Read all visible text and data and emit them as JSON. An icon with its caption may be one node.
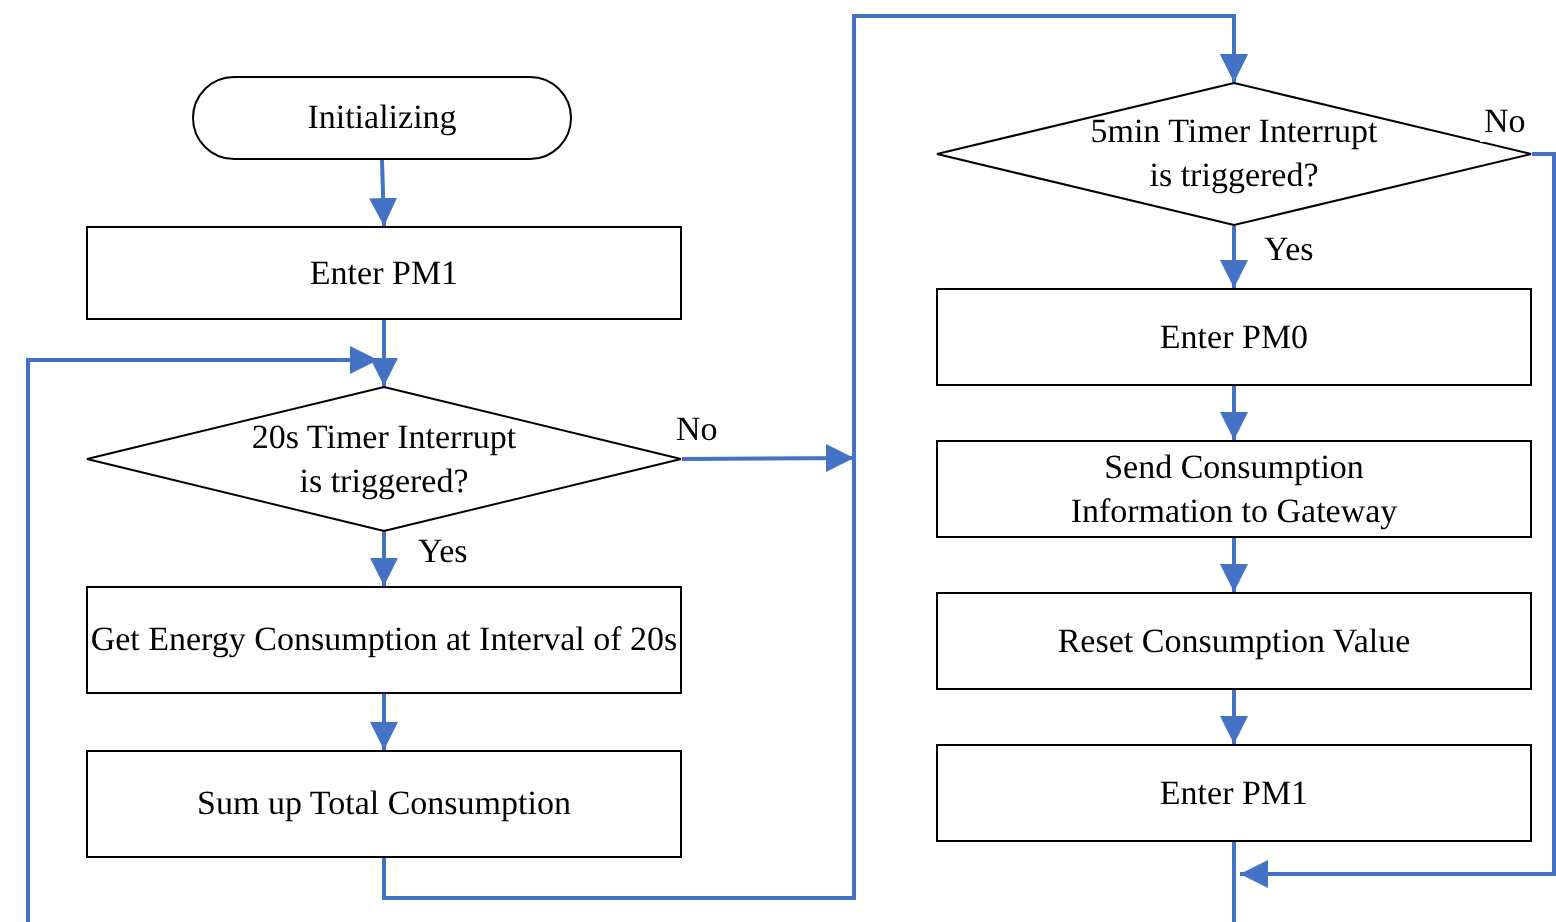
{
  "diagram": {
    "nodes": [
      {
        "text": [
          "Initializing"
        ]
      },
      {
        "text": [
          "Enter PM1"
        ]
      },
      {
        "text": [
          "20s Timer Interrupt is triggered?"
        ]
      },
      {
        "text": [
          "Get Energy Consumption at Interval of 20s"
        ]
      },
      {
        "text": [
          "Sum up Total Consumption"
        ]
      },
      {
        "text": [
          "5min Timer Interrupt is triggered?"
        ]
      },
      {
        "text": [
          "Enter PM0"
        ]
      },
      {
        "text": [
          "Send Consumption Information to Gateway"
        ]
      },
      {
        "text": [
          "Reset Consumption Value"
        ]
      },
      {
        "text": [
          "Enter PM1"
        ]
      }
    ],
    "edges": [
      {
        "from": 0,
        "to": 1,
        "arrow": "to"
      },
      {
        "from": 1,
        "to": 2,
        "arrow": "to"
      },
      {
        "from": 2,
        "to": 3,
        "arrow": "to",
        "label": "Yes"
      },
      {
        "from": 3,
        "to": 4,
        "arrow": "to"
      },
      {
        "from": 2,
        "to": 5,
        "arrow": "to",
        "label": "No"
      },
      {
        "from": 4,
        "to": 5,
        "arrow": "to"
      },
      {
        "from": 5,
        "to": 6,
        "arrow": "to",
        "label": "Yes"
      },
      {
        "from": 6,
        "to": 7,
        "arrow": "to"
      },
      {
        "from": 7,
        "to": 8,
        "arrow": "to"
      },
      {
        "from": 8,
        "to": 9,
        "arrow": "to"
      },
      {
        "from": 5,
        "to": 9,
        "arrow": "to",
        "label": "No"
      },
      {
        "from": 9,
        "to": null,
        "arrow": "none"
      },
      {
        "from": null,
        "to": 2,
        "arrow": "to"
      }
    ]
  }
}
